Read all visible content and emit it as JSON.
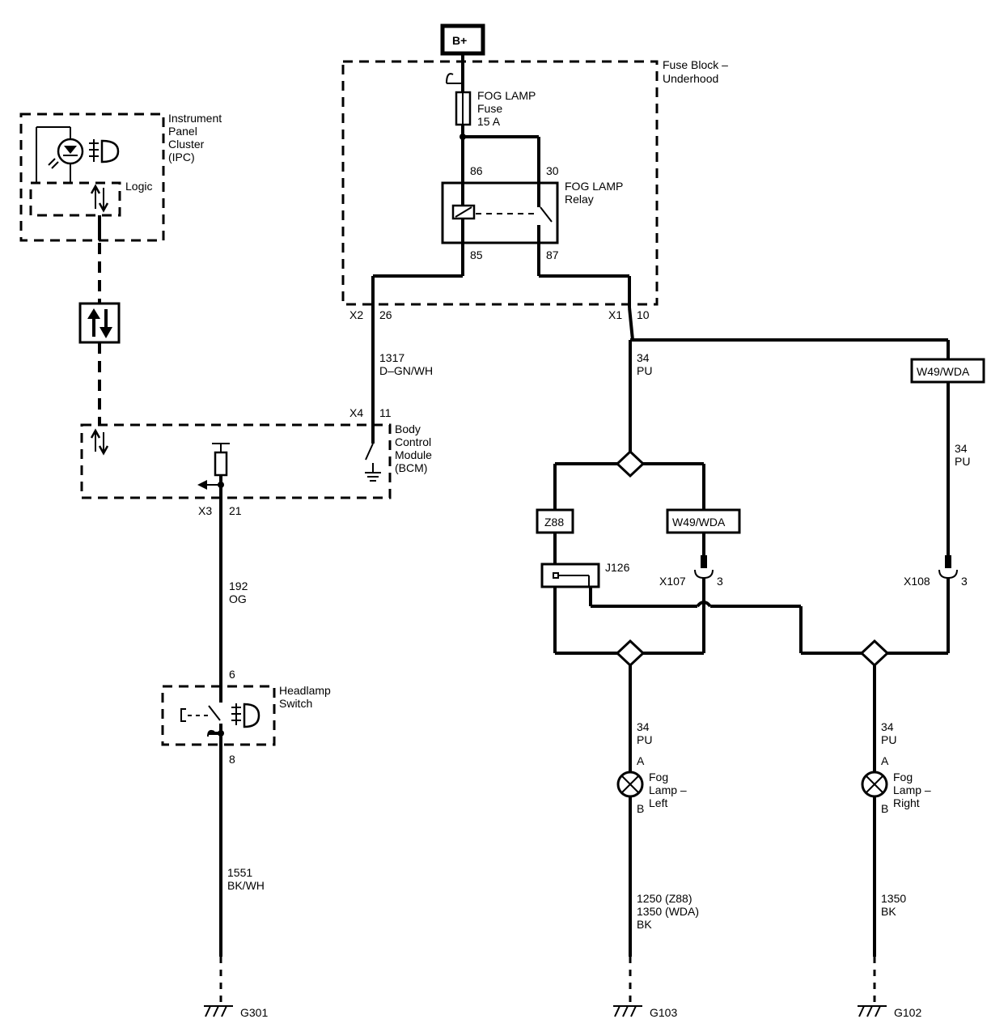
{
  "power": {
    "label": "B+"
  },
  "fuse_block": {
    "title_line1": "Fuse Block –",
    "title_line2": "Underhood",
    "fuse_line1": "FOG LAMP",
    "fuse_line2": "Fuse",
    "fuse_line3": "15 A",
    "relay_line1": "FOG LAMP",
    "relay_line2": "Relay",
    "pin86": "86",
    "pin30": "30",
    "pin85": "85",
    "pin87": "87",
    "conn_x2": "X2",
    "conn_x2_pin": "26",
    "conn_x1": "X1",
    "conn_x1_pin": "10"
  },
  "ipc": {
    "title_line1": "Instrument",
    "title_line2": "Panel",
    "title_line3": "Cluster",
    "title_line4": "(IPC)",
    "logic": "Logic"
  },
  "bcm": {
    "title_line1": "Body",
    "title_line2": "Control",
    "title_line3": "Module",
    "title_line4": "(BCM)",
    "conn_x4": "X4",
    "conn_x4_pin": "11",
    "conn_x3": "X3",
    "conn_x3_pin": "21"
  },
  "wires": {
    "w1317_num": "1317",
    "w1317_color": "D–GN/WH",
    "w34a_num": "34",
    "w34a_color": "PU",
    "w34b_num": "34",
    "w34b_color": "PU",
    "w192_num": "192",
    "w192_color": "OG",
    "w34c_num": "34",
    "w34c_color": "PU",
    "w34d_num": "34",
    "w34d_color": "PU",
    "w1551_num": "1551",
    "w1551_color": "BK/WH",
    "wleft_line1": "1250 (Z88)",
    "wleft_line2": "1350 (WDA)",
    "wleft_line3": "BK",
    "wright_num": "1350",
    "wright_color": "BK"
  },
  "options": {
    "w49_top": "W49/WDA",
    "w49_mid": "W49/WDA",
    "z88": "Z88",
    "j126": "J126"
  },
  "connectors": {
    "x107": "X107",
    "x107_pin": "3",
    "x108": "X108",
    "x108_pin": "3"
  },
  "headlamp_switch": {
    "title_line1": "Headlamp",
    "title_line2": "Switch",
    "pin6": "6",
    "pin8": "8"
  },
  "fog_left": {
    "line1": "Fog",
    "line2": "Lamp –",
    "line3": "Left",
    "pinA": "A",
    "pinB": "B"
  },
  "fog_right": {
    "line1": "Fog",
    "line2": "Lamp –",
    "line3": "Right",
    "pinA": "A",
    "pinB": "B"
  },
  "grounds": {
    "g301": "G301",
    "g103": "G103",
    "g102": "G102"
  }
}
